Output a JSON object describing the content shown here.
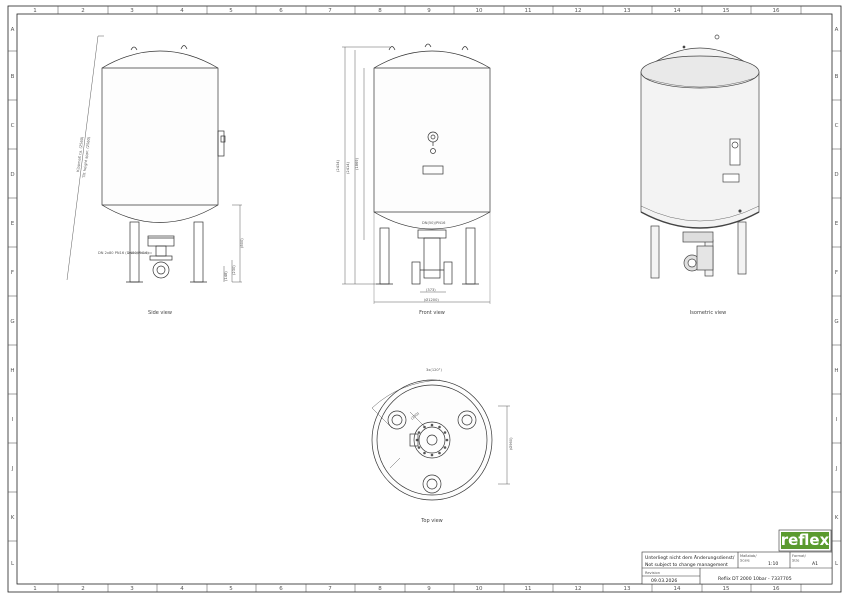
{
  "zones": {
    "columns": [
      "1",
      "2",
      "3",
      "4",
      "5",
      "6",
      "7",
      "8",
      "9",
      "10",
      "11",
      "12",
      "13",
      "14",
      "15",
      "16"
    ],
    "rows": [
      "A",
      "B",
      "C",
      "D",
      "E",
      "F",
      "G",
      "H",
      "I",
      "J",
      "K",
      "L"
    ]
  },
  "views": {
    "side": "Side view",
    "front": "Front view",
    "isometric": "Isometric view",
    "top": "Top view"
  },
  "dimensions": {
    "side_diag_1": "Kippmaß ca. (2560)",
    "side_diag_2": "Tilt height appr. (2560)",
    "side_connection": "DN 2x80 PN16 (DN80/PN16)",
    "side_h1": "(800)",
    "side_h2": "(230)",
    "side_h3": "(148)",
    "front_h1": "(2434)",
    "front_h2": "(2414)",
    "front_h3": "(1869)",
    "front_conn": "DN(50)/PN16",
    "front_w1": "(373)",
    "front_w2": "(Ø1200)",
    "top_angle": "3x(120°)",
    "top_r": "(350)",
    "top_d": "(Ø960)"
  },
  "titleblock": {
    "note_de": "Unterliegt nicht dem Änderungsdienst/",
    "note_en": "Not subject to change management",
    "revision_label": "Revision",
    "date": "09.03.2026",
    "scale_label_de": "Maßstab/",
    "scale_label_en": "Scale",
    "scale": "1:10",
    "format_label_de": "Format/",
    "format_label_en": "Size",
    "format": "A1",
    "title": "Reflix DT 2000 10bar - 7337705"
  },
  "logo": {
    "text": "reflex",
    "color": "#5a9a2e"
  }
}
